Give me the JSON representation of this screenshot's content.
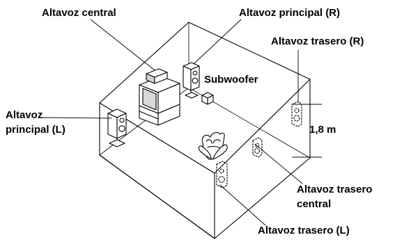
{
  "labels": {
    "center_speaker": "Altavoz central",
    "main_right": "Altavoz principal (R)",
    "rear_right": "Altavoz trasero (R)",
    "subwoofer": "Subwoofer",
    "main_left_line1": "Altavoz",
    "main_left_line2": "principal (L)",
    "height": "1,8 m",
    "rear_center_line1": "Altavoz trasero",
    "rear_center_line2": "central",
    "rear_left": "Altavoz trasero (L)"
  }
}
